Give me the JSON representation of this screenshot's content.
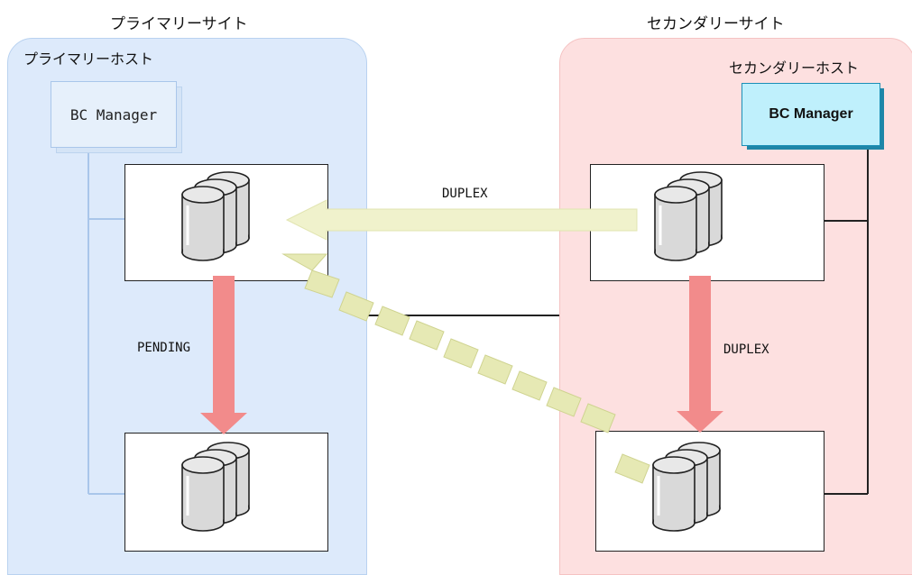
{
  "sites": {
    "primary": {
      "site_label": "プライマリーサイト",
      "host_label": "プライマリーホスト"
    },
    "secondary": {
      "site_label": "セカンダリーサイト",
      "host_label": "セカンダリーホスト"
    }
  },
  "hosts": {
    "primary_app": "BC Manager",
    "secondary_app": "BC Manager"
  },
  "pairs": {
    "remote_status": "DUPLEX",
    "primary_local_status": "PENDING",
    "secondary_local_status": "DUPLEX"
  },
  "colors": {
    "primary_site_bg": "#ddeafb",
    "secondary_site_bg": "#fde0e0",
    "remote_arrow": "#f0f2cc",
    "local_arrow": "#f28b8b"
  }
}
